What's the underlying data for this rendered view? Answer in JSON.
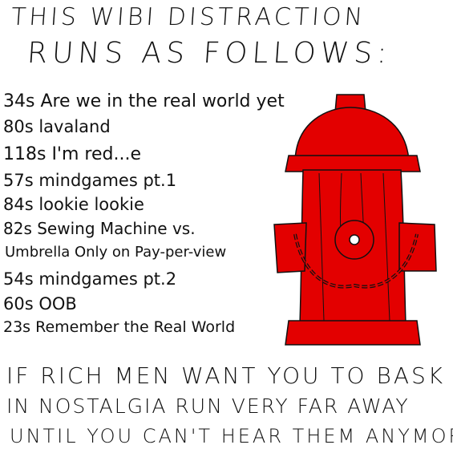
{
  "header": {
    "line1": "THIS WIBI DISTRACTION",
    "line2": "RUNS AS FOLLOWS:"
  },
  "tracklist": [
    {
      "text": "34s Are we in the real world yet"
    },
    {
      "text": "80s lavaland"
    },
    {
      "text": "118s I'm red...e"
    },
    {
      "text": "57s mindgames pt.1"
    },
    {
      "text": "84s lookie lookie"
    },
    {
      "text": "82s Sewing Machine vs."
    },
    {
      "text": "Umbrella Only on Pay-per-view"
    },
    {
      "text": "54s mindgames pt.2"
    },
    {
      "text": "60s OOB"
    },
    {
      "text": "23s Remember the Real World"
    }
  ],
  "footer": {
    "line1": "IF RICH MEN WANT YOU TO BASK",
    "line2": "IN NOSTALGIA RUN VERY FAR AWAY",
    "line3": "UNTIL YOU CAN'T HEAR THEM ANYMORE"
  },
  "colors": {
    "hydrant_red": "#e30000",
    "ink": "#111111",
    "background": "#ffffff"
  },
  "illustration": {
    "icon": "fire-hydrant-icon"
  }
}
